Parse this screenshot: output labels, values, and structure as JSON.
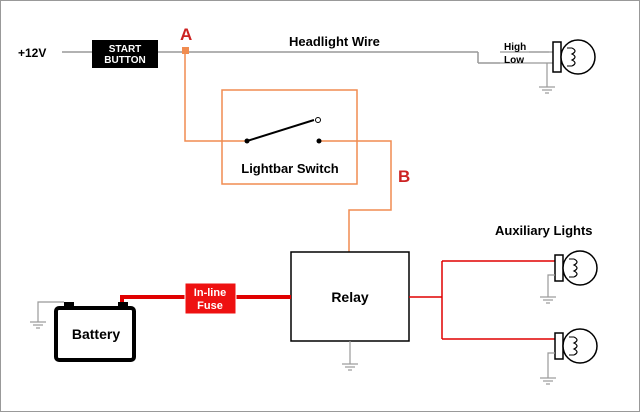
{
  "labels": {
    "supply": "+12V",
    "start_button_line1": "START",
    "start_button_line2": "BUTTON",
    "point_a": "A",
    "point_b": "B",
    "headlight_wire": "Headlight Wire",
    "high": "High",
    "low": "Low",
    "lightbar_switch": "Lightbar Switch",
    "auxiliary_lights": "Auxiliary Lights",
    "fuse_line1": "In-line",
    "fuse_line2": "Fuse",
    "relay": "Relay",
    "battery": "Battery"
  },
  "colors": {
    "wire_gray": "#999999",
    "wire_orange": "#f08c50",
    "wire_red": "#e00000",
    "label_red": "#cc2222",
    "component_black": "#000000",
    "fuse_red": "#ee1111",
    "background": "#ffffff"
  },
  "icons": [
    "headlight-bulb-icon",
    "aux-light-bulb-icon",
    "ground-symbol-icon"
  ]
}
